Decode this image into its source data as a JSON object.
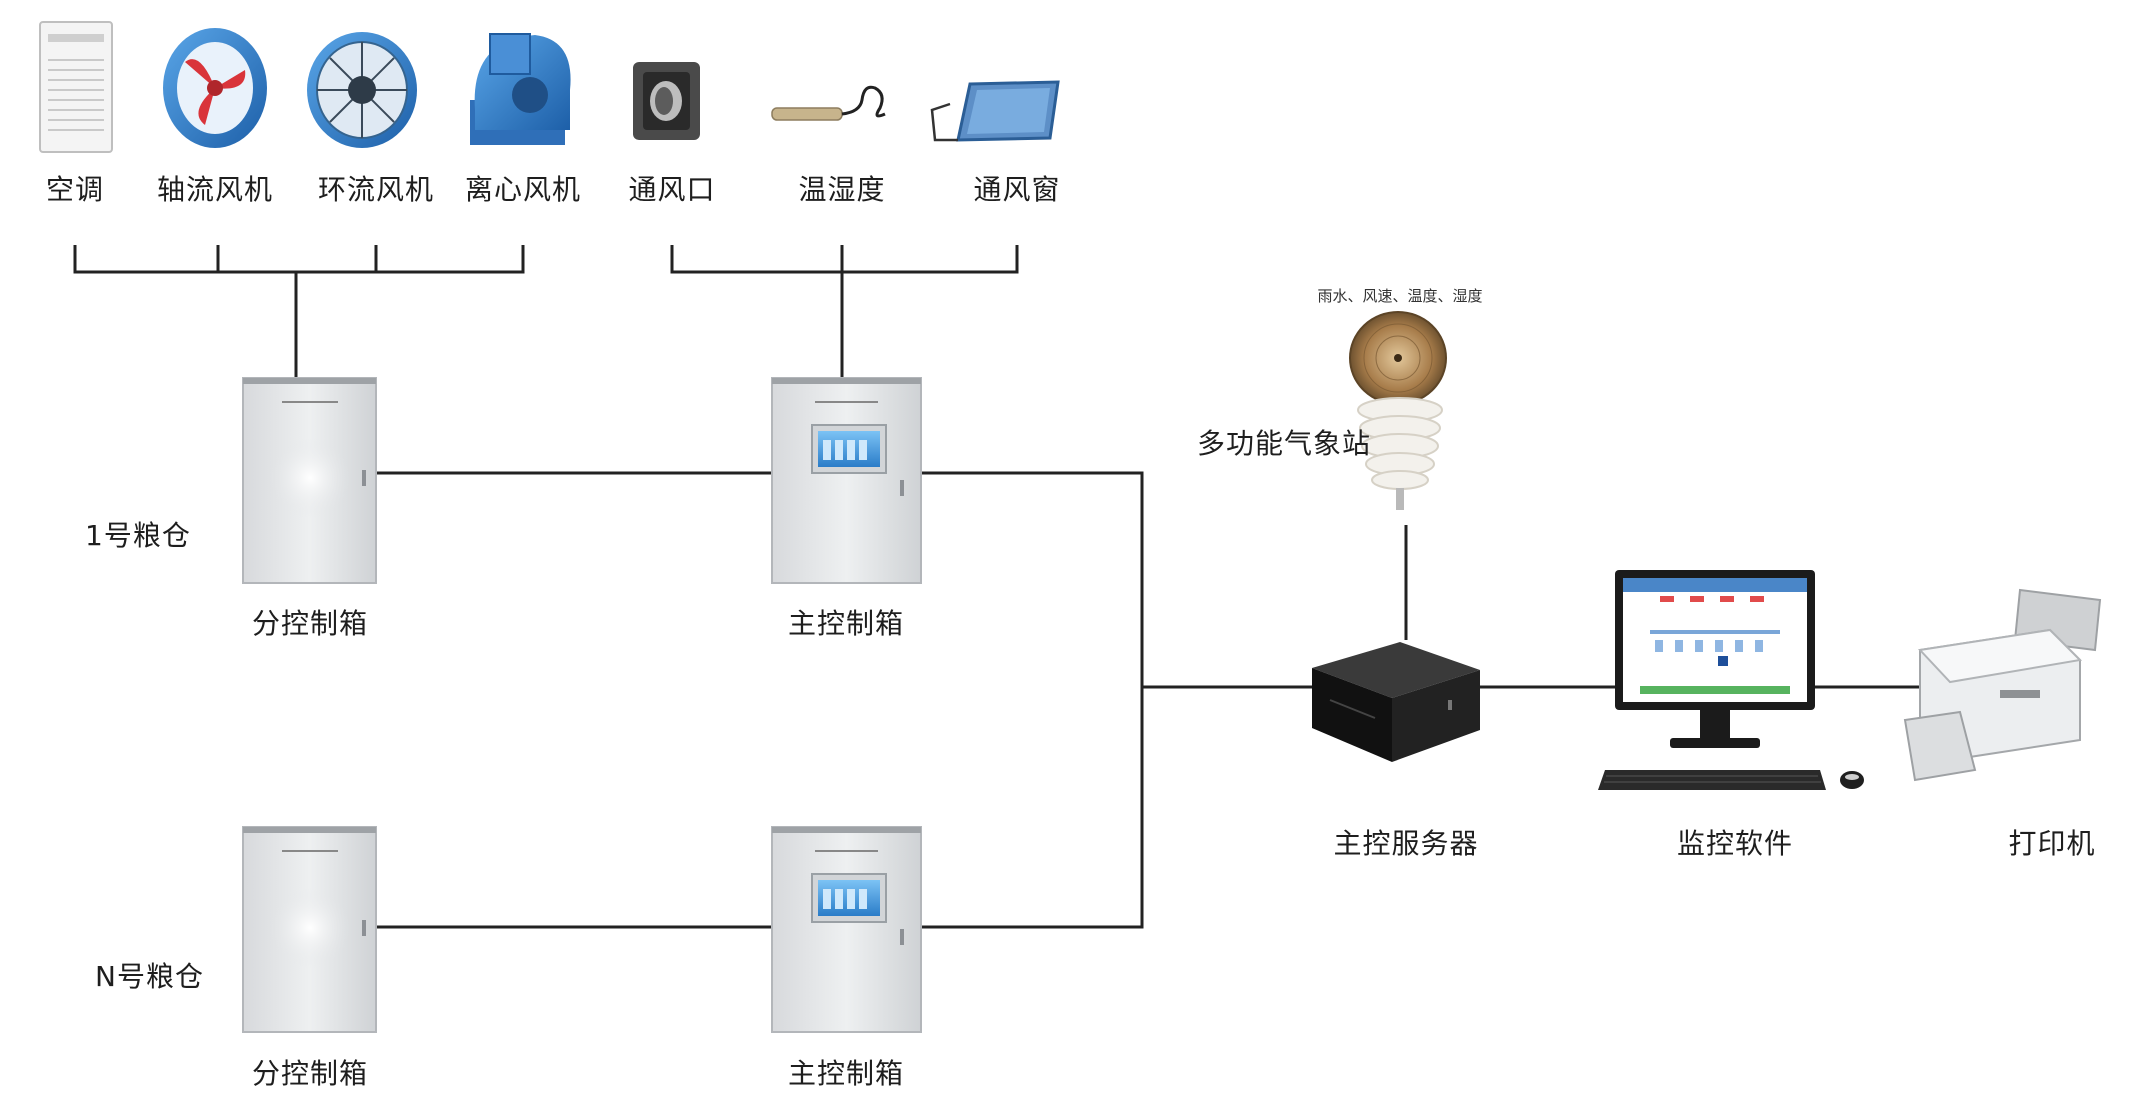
{
  "devices_top": {
    "ac": "空调",
    "axial_fan": "轴流风机",
    "circulation_fan": "环流风机",
    "centrifugal_fan": "离心风机",
    "vent": "通风口",
    "temp_humidity": "温湿度",
    "vent_window": "通风窗"
  },
  "granary_1": {
    "label": "1号粮仓",
    "sub_box": "分控制箱",
    "main_box": "主控制箱"
  },
  "granary_n": {
    "label": "N号粮仓",
    "sub_box": "分控制箱",
    "main_box": "主控制箱"
  },
  "weather": {
    "caption": "雨水、风速、温度、湿度",
    "label": "多功能气象站"
  },
  "server": {
    "label": "主控服务器"
  },
  "monitor": {
    "label": "监控软件"
  },
  "printer": {
    "label": "打印机"
  },
  "colors": {
    "line": "#222222",
    "cabinet": "#e6e8ea",
    "screen": "#3a8fd8"
  }
}
